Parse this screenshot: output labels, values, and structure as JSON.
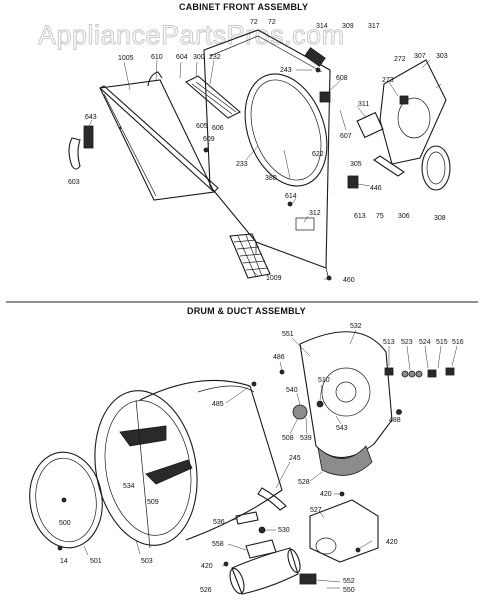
{
  "watermark": "AppliancePartsPros.com",
  "sections": {
    "cabinet_front": {
      "title": "CABINET FRONT ASSEMBLY"
    },
    "drum_duct": {
      "title": "DRUM & DUCT ASSEMBLY"
    }
  },
  "part_numbers": {
    "p1005": "1005",
    "p610": "610",
    "p604": "604",
    "p300": "300",
    "p232": "232",
    "p72a": "72",
    "p72b": "72",
    "p314": "314",
    "p309": "309",
    "p317": "317",
    "p243": "243",
    "p608": "608",
    "p272": "272",
    "p307": "307",
    "p303": "303",
    "p273": "273",
    "p643": "643",
    "p605": "605",
    "p606": "606",
    "p311": "311",
    "p607": "607",
    "p609": "609",
    "p233": "233",
    "p622": "622",
    "p305": "305",
    "p380": "380",
    "p603": "603",
    "p446": "446",
    "p614": "614",
    "p312": "312",
    "p613": "613",
    "p75": "75",
    "p306": "306",
    "p308": "308",
    "p1009": "1009",
    "p460": "460",
    "p551": "551",
    "p532": "532",
    "p486": "486",
    "p513": "513",
    "p523": "523",
    "p524": "524",
    "p515": "515",
    "p516": "516",
    "p510": "510",
    "p540": "540",
    "p485": "485",
    "p543": "543",
    "p508": "508",
    "p539": "539",
    "p488": "488",
    "p534": "534",
    "p528": "528",
    "p509": "509",
    "p245": "245",
    "p420a": "420",
    "p527": "527",
    "p536": "536",
    "p530": "530",
    "p500": "500",
    "p558": "558",
    "p420b": "420",
    "p14": "14",
    "p501": "501",
    "p503": "503",
    "p420c": "420",
    "p552": "552",
    "p526": "526",
    "p550": "550"
  }
}
